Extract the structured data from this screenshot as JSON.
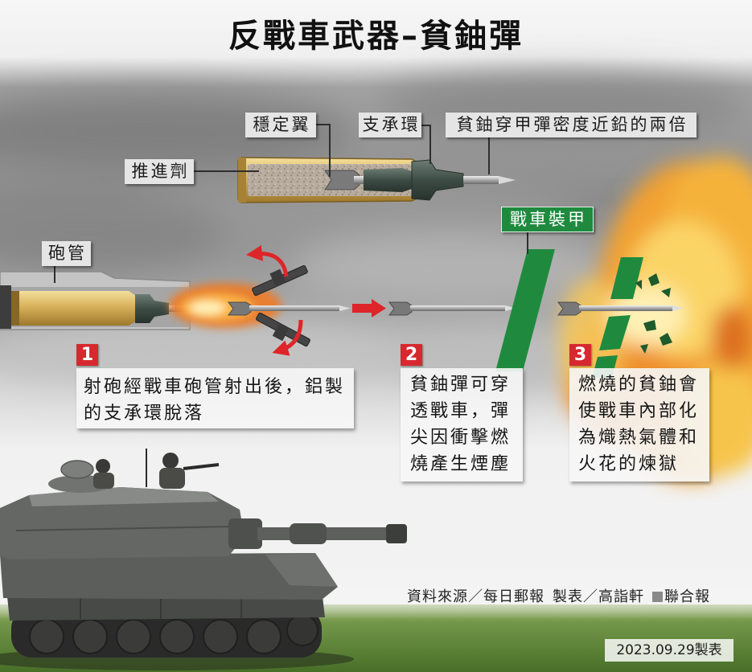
{
  "title": "反戰車武器–貧鈾彈",
  "labels": {
    "stabilizer_fin": "穩定翼",
    "support_ring": "支承環",
    "density_note": "貧鈾穿甲彈密度近鉛的兩倍",
    "propellant": "推進劑",
    "gun_barrel": "砲管",
    "tank_armor": "戰車裝甲"
  },
  "steps": [
    {
      "number": "1",
      "lines": [
        "射砲經戰車砲管射出後，鋁製",
        "的支承環脫落"
      ]
    },
    {
      "number": "2",
      "lines": [
        "貧鈾彈可穿",
        "透戰車，彈",
        "尖因衝擊燃",
        "燒產生煙塵"
      ]
    },
    {
      "number": "3",
      "lines": [
        "燃燒的貧鈾會",
        "使戰車內部化",
        "為熾熱氣體和",
        "火花的煉獄"
      ]
    }
  ],
  "credits": {
    "source": "資料來源／每日郵報",
    "made_by": "製表／高詣軒",
    "publisher": "聯合報"
  },
  "date_stamp": "2023.09.29製表",
  "colors": {
    "step_badge": "#d7282f",
    "armor_green": "#1f8a3e",
    "arrow_red": "#de2529",
    "label_background": "#e5e5e5"
  }
}
